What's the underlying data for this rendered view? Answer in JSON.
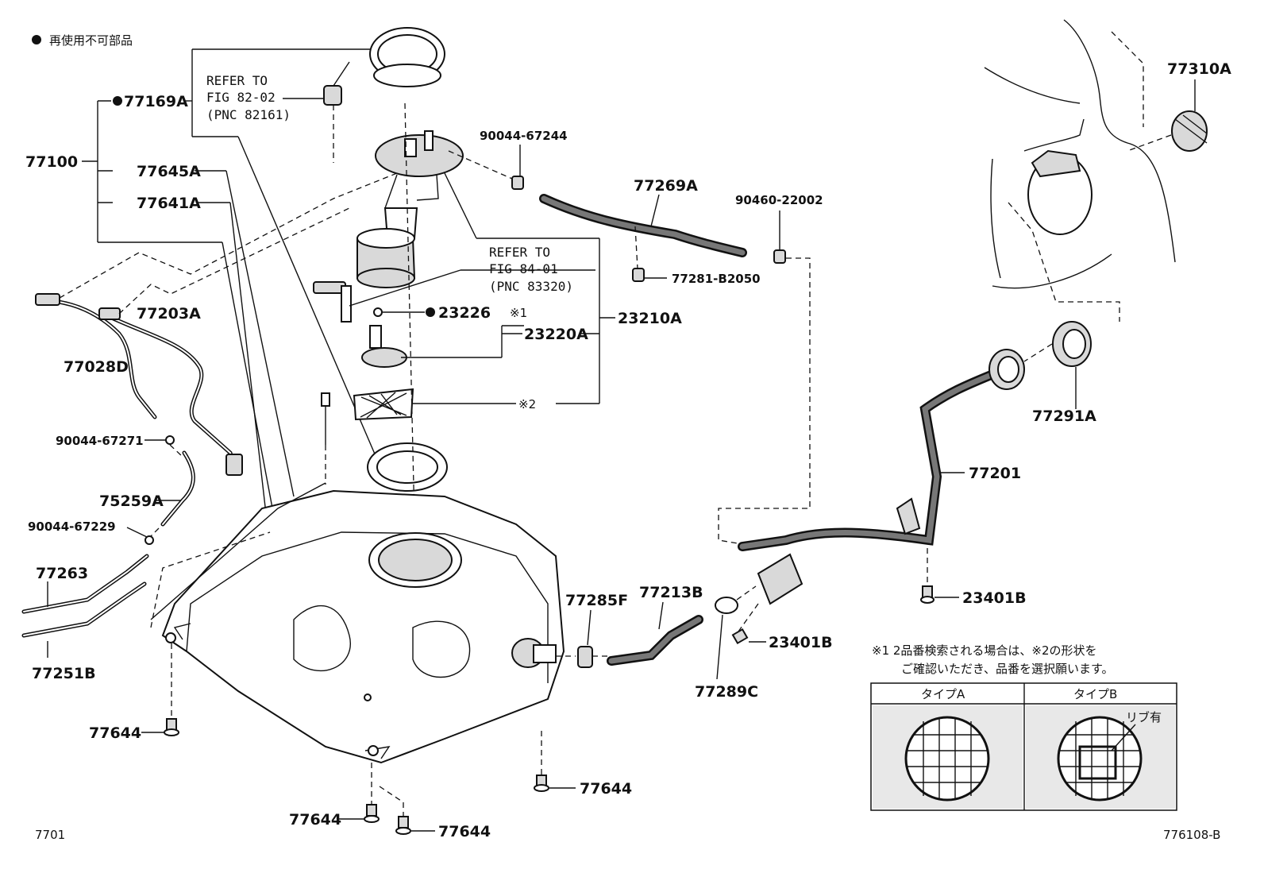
{
  "legend": {
    "bullet": "●",
    "text": "再使用不可部品"
  },
  "labels": {
    "p77169A": "77169A",
    "p77100": "77100",
    "p77645A": "77645A",
    "p77641A": "77641A",
    "p77203A": "77203A",
    "p77028D": "77028D",
    "p90044_67271": "90044-67271",
    "p75259A": "75259A",
    "p90044_67229": "90044-67229",
    "p77263": "77263",
    "p77251B": "77251B",
    "p77644_a": "77644",
    "p77644_b": "77644",
    "p77644_c": "77644",
    "p77644_d": "77644",
    "p90044_67244": "90044-67244",
    "p77269A": "77269A",
    "p90460_22002": "90460-22002",
    "p77281_B2050": "77281-B2050",
    "p23226": "23226",
    "p23220A": "23220A",
    "p23210A": "23210A",
    "note1_mark": "※1",
    "note2_mark": "※2",
    "p77310A": "77310A",
    "p77291A": "77291A",
    "p77201": "77201",
    "p23401B_a": "23401B",
    "p23401B_b": "23401B",
    "p77285F": "77285F",
    "p77213B": "77213B",
    "p77289C": "77289C"
  },
  "refs": {
    "ref1": [
      "REFER TO",
      "FIG 82-02",
      "(PNC 82161)"
    ],
    "ref2": [
      "REFER TO",
      "FIG 84-01",
      "(PNC 83320)"
    ]
  },
  "note": {
    "line1": "※1 2品番検索される場合は、※2の形状を",
    "line2": "ご確認いただき、品番を選択願います。"
  },
  "type_table": {
    "type_a": "タイプA",
    "type_b": "タイプB",
    "rib": "リブ有"
  },
  "footer": {
    "left": "7701",
    "right": "776108-B"
  }
}
